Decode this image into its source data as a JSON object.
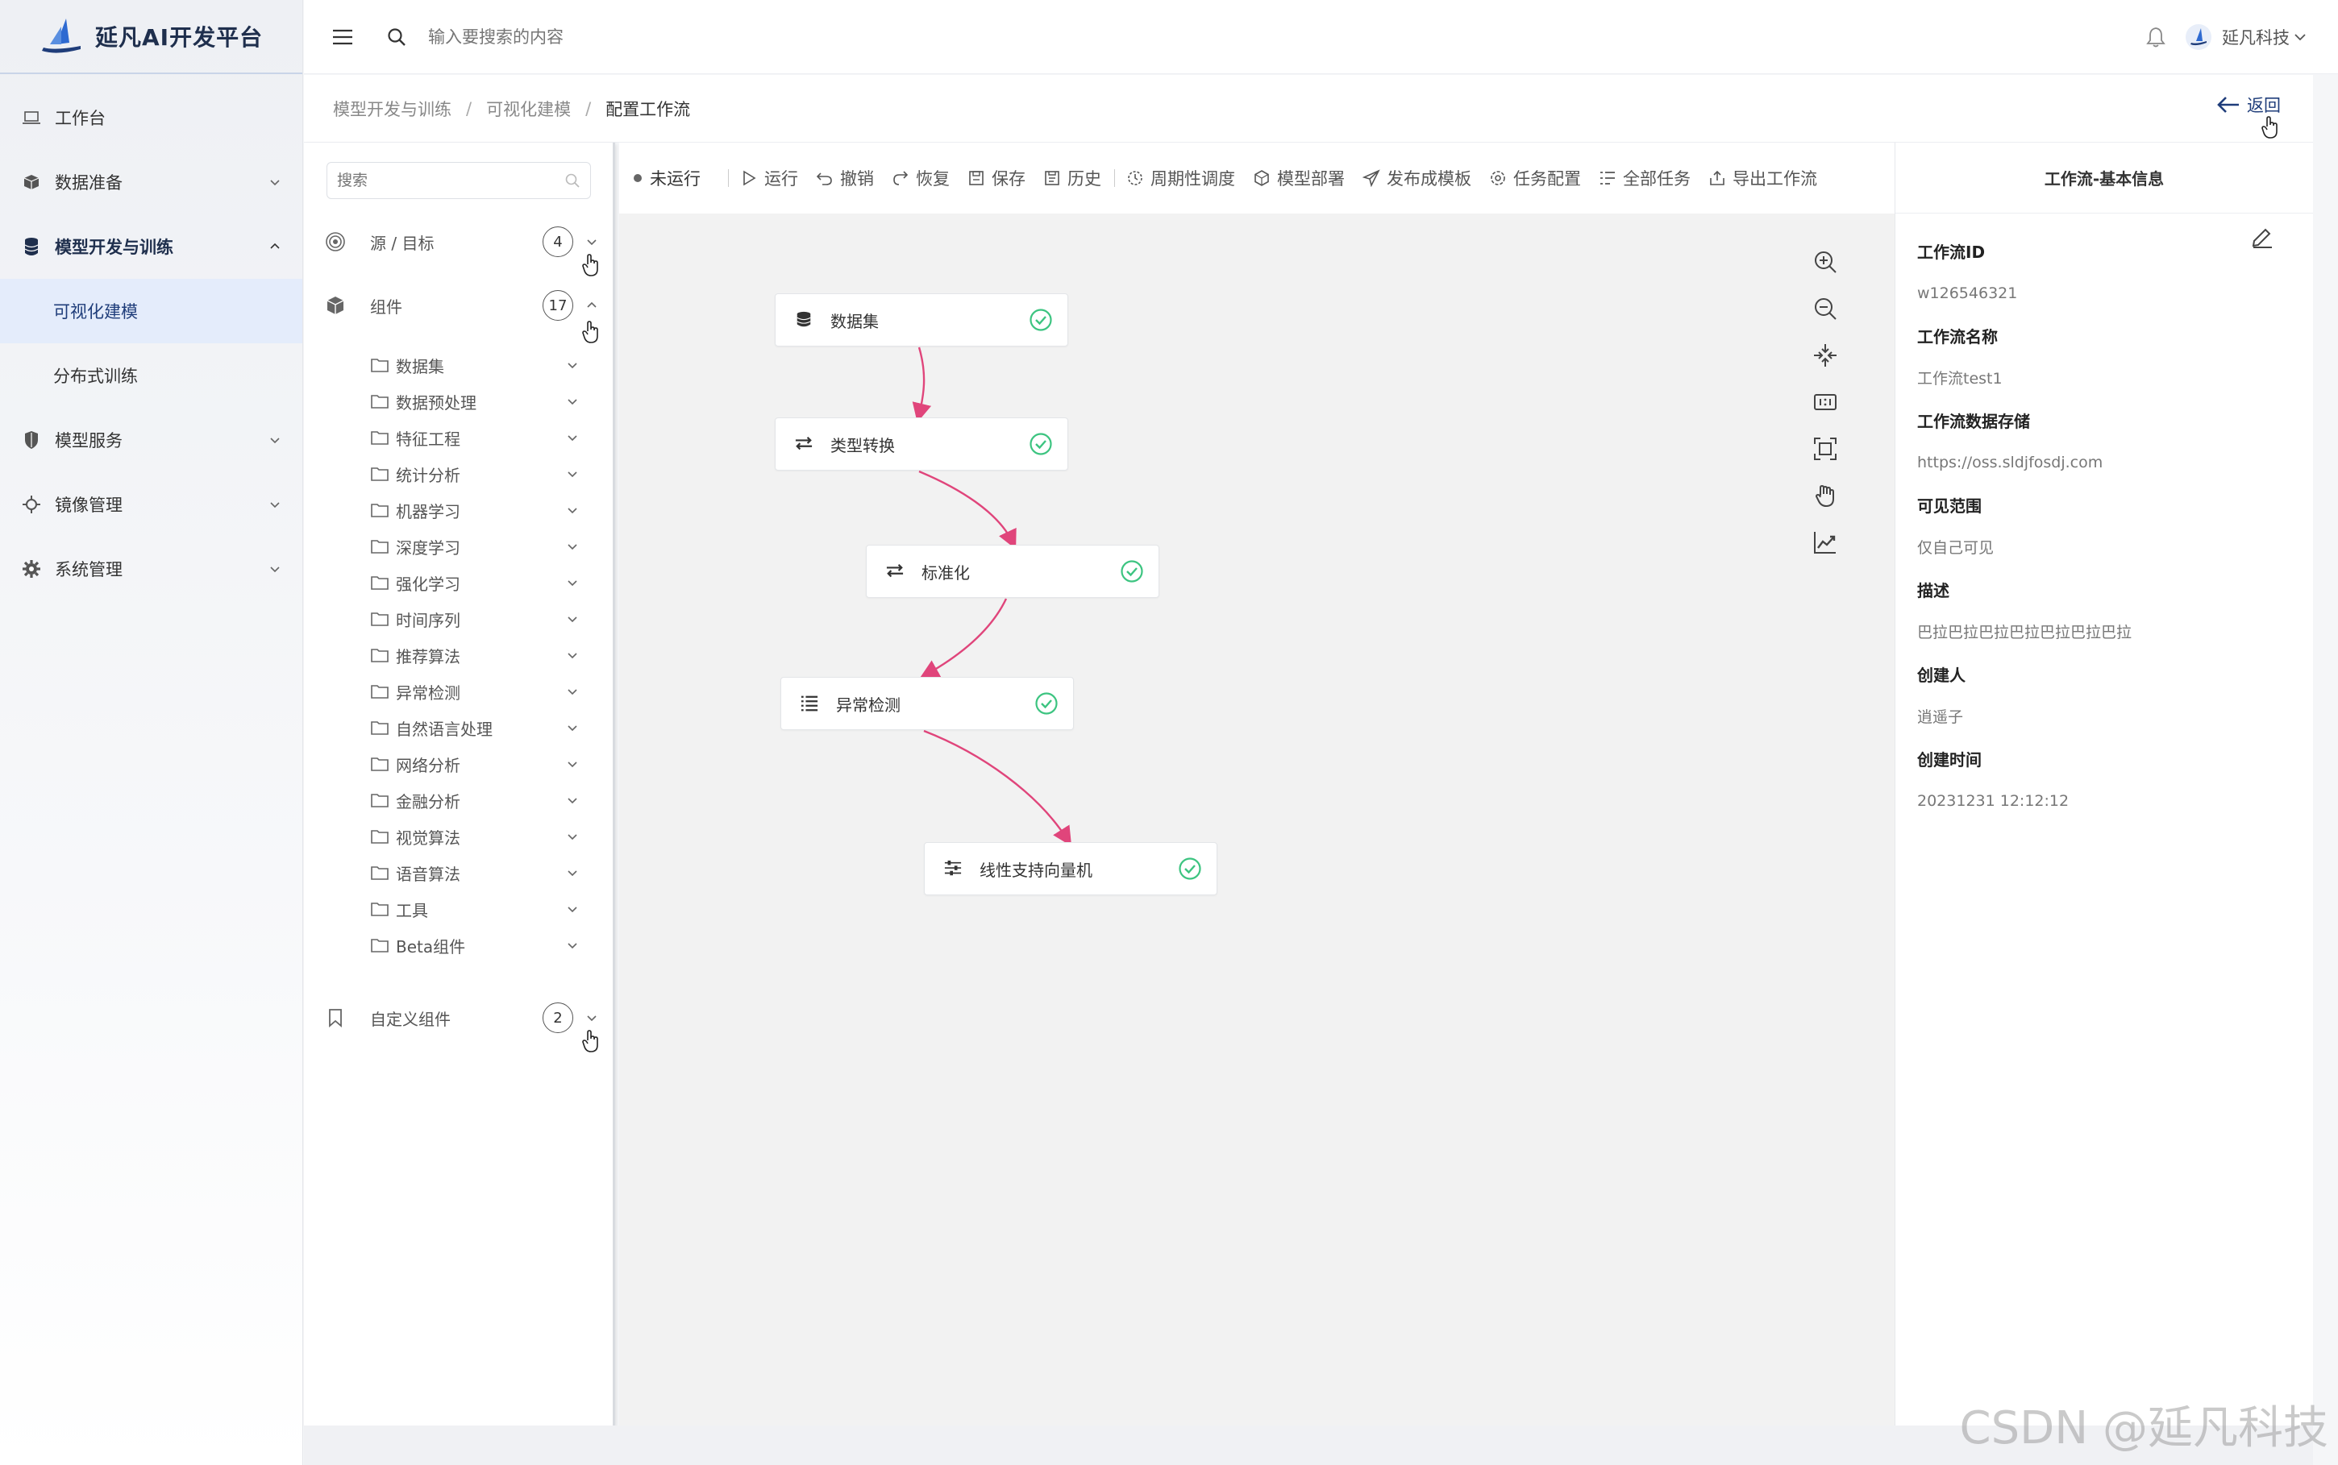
{
  "app": {
    "title": "延凡AI开发平台"
  },
  "sidebar": {
    "items": [
      {
        "label": "工作台",
        "icon": "laptop-icon",
        "has_arrow": false
      },
      {
        "label": "数据准备",
        "icon": "cube-icon",
        "has_arrow": true
      },
      {
        "label": "模型开发与训练",
        "icon": "database-icon",
        "has_arrow": true,
        "expanded": true
      },
      {
        "label": "模型服务",
        "icon": "shield-icon",
        "has_arrow": true
      },
      {
        "label": "镜像管理",
        "icon": "crosshair-icon",
        "has_arrow": true
      },
      {
        "label": "系统管理",
        "icon": "gear-icon",
        "has_arrow": true
      }
    ],
    "subitems": [
      {
        "label": "可视化建模",
        "active": true
      },
      {
        "label": "分布式训练",
        "active": false
      }
    ]
  },
  "header": {
    "search_placeholder": "输入要搜索的内容",
    "user_name": "延凡科技"
  },
  "breadcrumb": {
    "items": [
      "模型开发与训练",
      "可视化建模",
      "配置工作流"
    ],
    "separator": "/",
    "back_label": "返回"
  },
  "component_panel": {
    "search_placeholder": "搜索",
    "sections": [
      {
        "label": "源 / 目标",
        "count": "4",
        "icon": "target-icon"
      },
      {
        "label": "组件",
        "count": "17",
        "icon": "box-icon"
      },
      {
        "label": "自定义组件",
        "count": "2",
        "icon": "bookmark-icon"
      }
    ],
    "folders": [
      "数据集",
      "数据预处理",
      "特征工程",
      "统计分析",
      "机器学习",
      "深度学习",
      "强化学习",
      "时间序列",
      "推荐算法",
      "异常检测",
      "自然语言处理",
      "网络分析",
      "金融分析",
      "视觉算法",
      "语音算法",
      "工具",
      "Beta组件"
    ]
  },
  "toolbar": {
    "status": "未运行",
    "buttons": [
      {
        "label": "运行",
        "icon": "play-icon"
      },
      {
        "label": "撤销",
        "icon": "undo-icon"
      },
      {
        "label": "恢复",
        "icon": "redo-icon"
      },
      {
        "label": "保存",
        "icon": "save-icon"
      },
      {
        "label": "历史",
        "icon": "history-icon"
      },
      {
        "label": "周期性调度",
        "icon": "schedule-icon"
      },
      {
        "label": "模型部署",
        "icon": "deploy-icon"
      },
      {
        "label": "发布成模板",
        "icon": "send-icon"
      },
      {
        "label": "任务配置",
        "icon": "settings-icon"
      },
      {
        "label": "全部任务",
        "icon": "tasks-icon"
      },
      {
        "label": "导出工作流",
        "icon": "export-icon"
      }
    ]
  },
  "workflow": {
    "nodes": [
      {
        "label": "数据集",
        "icon": "database-icon",
        "status": "success"
      },
      {
        "label": "类型转换",
        "icon": "swap-icon",
        "status": "success"
      },
      {
        "label": "标准化",
        "icon": "swap-icon",
        "status": "success"
      },
      {
        "label": "异常检测",
        "icon": "list-icon",
        "status": "success"
      },
      {
        "label": "线性支持向量机",
        "icon": "sliders-icon",
        "status": "success"
      }
    ],
    "edge_color": "#e0457b",
    "success_color": "#3cc480"
  },
  "info_panel": {
    "title": "工作流-基本信息",
    "fields": [
      {
        "key": "工作流ID",
        "value": "w126546321"
      },
      {
        "key": "工作流名称",
        "value": "工作流test1"
      },
      {
        "key": "工作流数据存储",
        "value": "https://oss.sldjfosdj.com"
      },
      {
        "key": "可见范围",
        "value": "仅自己可见"
      },
      {
        "key": "描述",
        "value": "巴拉巴拉巴拉巴拉巴拉巴拉巴拉"
      },
      {
        "key": "创建人",
        "value": "逍遥子"
      },
      {
        "key": "创建时间",
        "value": "20231231 12:12:12"
      }
    ]
  },
  "watermark": "CSDN @延凡科技",
  "colors": {
    "brand": "#1f3d7a",
    "active_bg": "#e4ecfb"
  }
}
